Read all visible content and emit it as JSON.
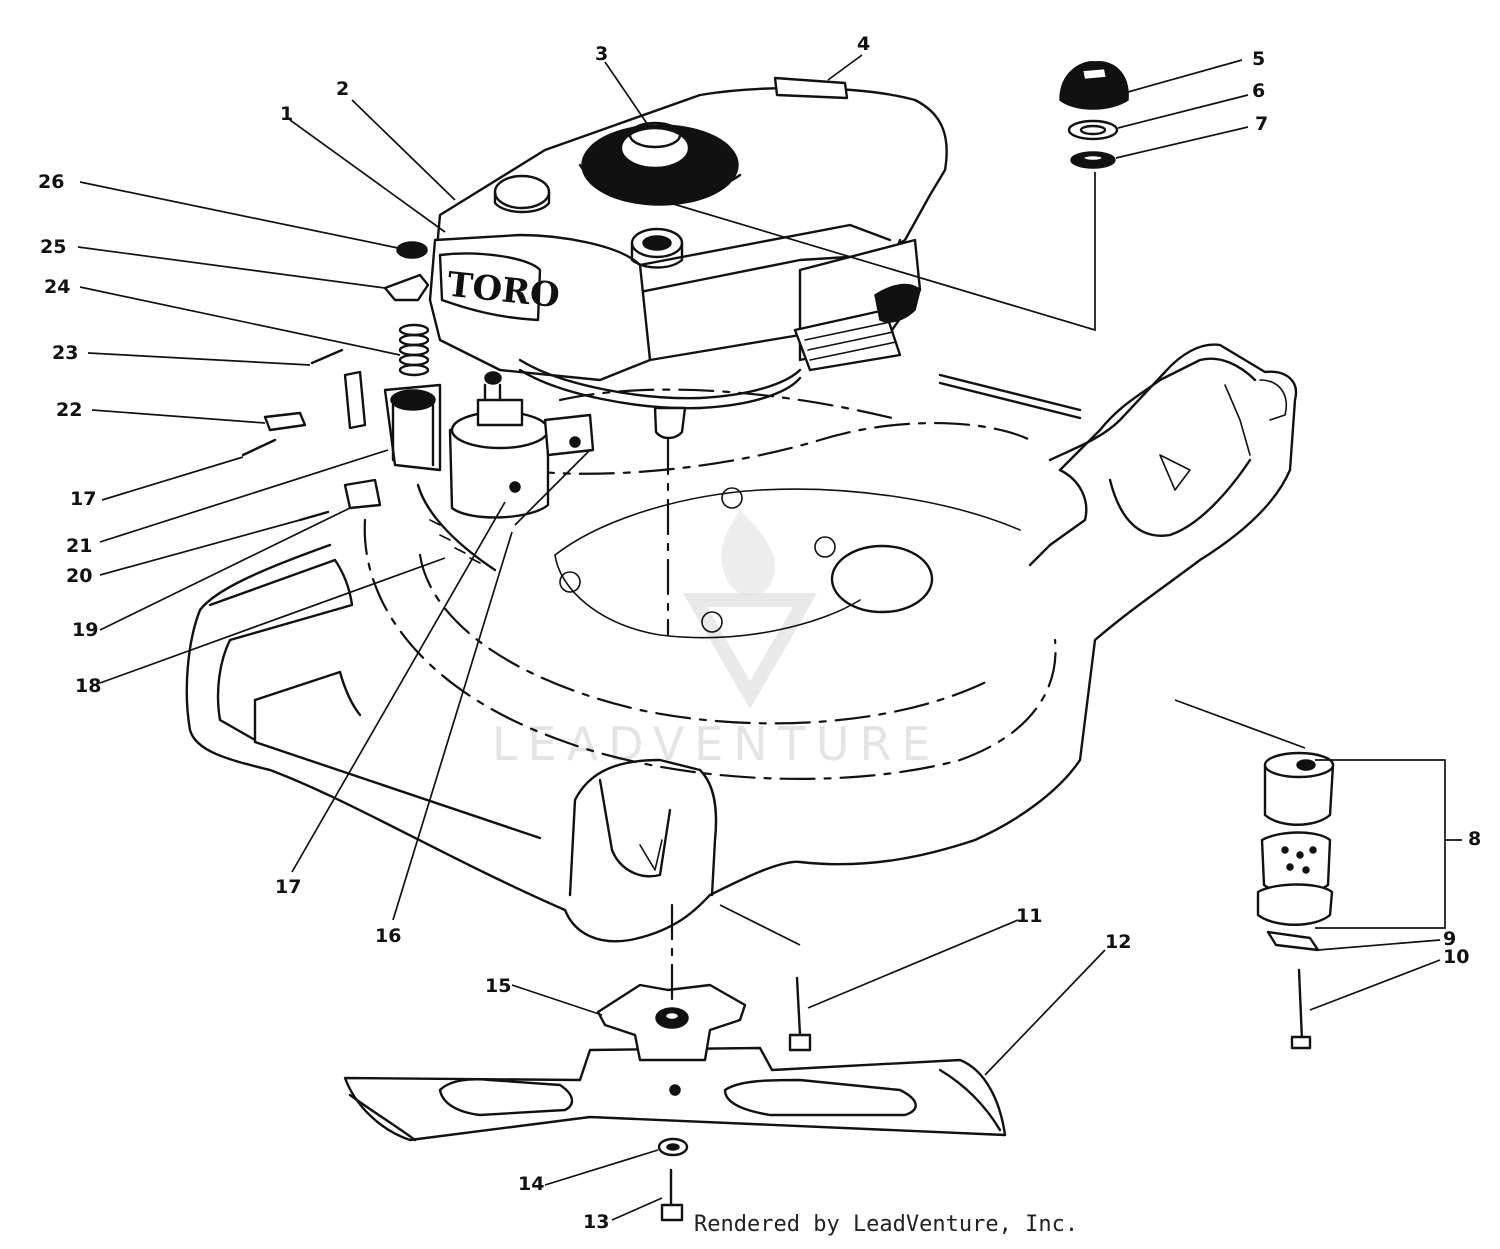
{
  "diagram": {
    "brand_logo_text": "TORO",
    "watermark_text": "LEADVENTURE",
    "credit": "Rendered by LeadVenture, Inc.",
    "callouts": [
      {
        "id": "c1",
        "label": "1"
      },
      {
        "id": "c2",
        "label": "2"
      },
      {
        "id": "c3",
        "label": "3"
      },
      {
        "id": "c4",
        "label": "4"
      },
      {
        "id": "c5",
        "label": "5"
      },
      {
        "id": "c6",
        "label": "6"
      },
      {
        "id": "c7",
        "label": "7"
      },
      {
        "id": "c8",
        "label": "8"
      },
      {
        "id": "c9",
        "label": "9"
      },
      {
        "id": "c10",
        "label": "10"
      },
      {
        "id": "c11",
        "label": "11"
      },
      {
        "id": "c12",
        "label": "12"
      },
      {
        "id": "c13",
        "label": "13"
      },
      {
        "id": "c14",
        "label": "14"
      },
      {
        "id": "c15",
        "label": "15"
      },
      {
        "id": "c16",
        "label": "16"
      },
      {
        "id": "c17a",
        "label": "17"
      },
      {
        "id": "c17b",
        "label": "17"
      },
      {
        "id": "c18",
        "label": "18"
      },
      {
        "id": "c19",
        "label": "19"
      },
      {
        "id": "c20",
        "label": "20"
      },
      {
        "id": "c21",
        "label": "21"
      },
      {
        "id": "c22",
        "label": "22"
      },
      {
        "id": "c23",
        "label": "23"
      },
      {
        "id": "c24",
        "label": "24"
      },
      {
        "id": "c25",
        "label": "25"
      },
      {
        "id": "c26",
        "label": "26"
      }
    ]
  }
}
